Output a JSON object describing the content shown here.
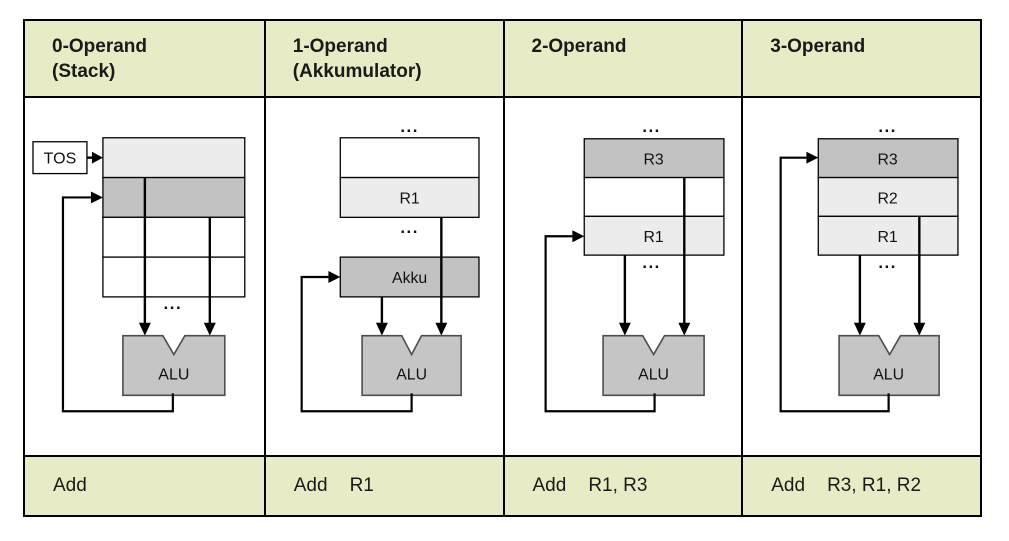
{
  "colors": {
    "header_band": "#e8ecc6",
    "register_light": "#ececec",
    "register_dark": "#c2c2c2",
    "alu_fill": "#c5c5c5",
    "line": "#000000"
  },
  "columns": [
    {
      "header_line1": "0-Operand",
      "header_line2": "(Stack)",
      "instruction_mnemonic": "Add",
      "instruction_operands": "",
      "labels": {
        "tos": "TOS",
        "alu": "ALU",
        "dots_bottom": "..."
      }
    },
    {
      "header_line1": "1-Operand",
      "header_line2": "(Akkumulator)",
      "instruction_mnemonic": "Add",
      "instruction_operands": "R1",
      "labels": {
        "dots_top": "...",
        "r1": "R1",
        "dots_bottom": "...",
        "akku": "Akku",
        "alu": "ALU"
      }
    },
    {
      "header_line1": "2-Operand",
      "header_line2": "",
      "instruction_mnemonic": "Add",
      "instruction_operands": "R1, R3",
      "labels": {
        "dots_top": "...",
        "r3": "R3",
        "r1": "R1",
        "dots_bottom": "...",
        "alu": "ALU"
      }
    },
    {
      "header_line1": "3-Operand",
      "header_line2": "",
      "instruction_mnemonic": "Add",
      "instruction_operands": "R3, R1, R2",
      "labels": {
        "dots_top": "...",
        "r3": "R3",
        "r2": "R2",
        "r1": "R1",
        "dots_bottom": "...",
        "alu": "ALU"
      }
    }
  ]
}
